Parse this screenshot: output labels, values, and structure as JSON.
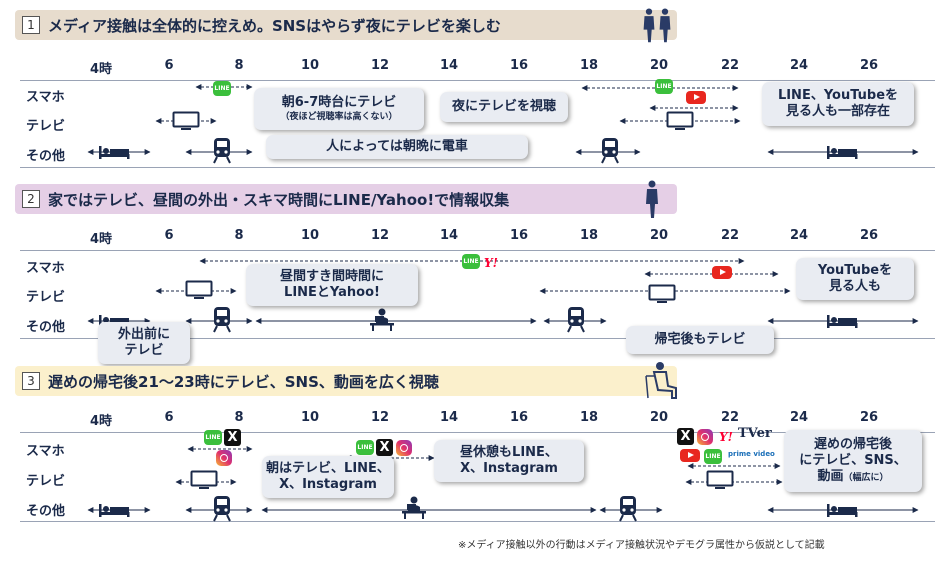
{
  "hours": [
    "4時",
    "6",
    "8",
    "10",
    "12",
    "14",
    "16",
    "18",
    "20",
    "22",
    "24",
    "26"
  ],
  "row_labels": [
    "スマホ",
    "テレビ",
    "その他"
  ],
  "icon_labels": {
    "line": "LINE",
    "yahoo": "Y!",
    "x": "X",
    "tver": "TVer",
    "prime": "prime video"
  },
  "sections": [
    {
      "num": "1",
      "title": "メディア接触は全体的に控えめ。SNSはやらず夜にテレビを楽しむ",
      "callouts": [
        {
          "line1": "朝6-7時台にテレビ",
          "line2": "（夜ほど視聴率は高くない）"
        },
        {
          "line1": "夜にテレビを視聴"
        },
        {
          "line1": "LINE、YouTubeを",
          "line2": "見る人も一部存在"
        },
        {
          "line1": "人によっては朝晩に電車"
        }
      ]
    },
    {
      "num": "2",
      "title": "家ではテレビ、昼間の外出・スキマ時間にLINE/Yahoo!で情報収集",
      "callouts": [
        {
          "line1": "昼間すき間時間に",
          "line2": "LINEとYahoo!"
        },
        {
          "line1": "YouTubeを",
          "line2": "見る人も"
        },
        {
          "line1": "外出前に",
          "line2": "テレビ"
        },
        {
          "line1": "帰宅後もテレビ"
        }
      ]
    },
    {
      "num": "3",
      "title": "遅めの帰宅後21〜23時にテレビ、SNS、動画を広く視聴",
      "callouts": [
        {
          "line1": "朝はテレビ、LINE、",
          "line2": "X、Instagram"
        },
        {
          "line1": "昼休憩もLINE、",
          "line2": "X、Instagram"
        },
        {
          "line1": "遅めの帰宅後",
          "line2": "にテレビ、SNS、",
          "line3": "動画",
          "line3_small": "（幅広に）"
        }
      ]
    }
  ],
  "footnote": "※メディア接触以外の行動はメディア接触状況やデモグラ属性から仮説として記載"
}
